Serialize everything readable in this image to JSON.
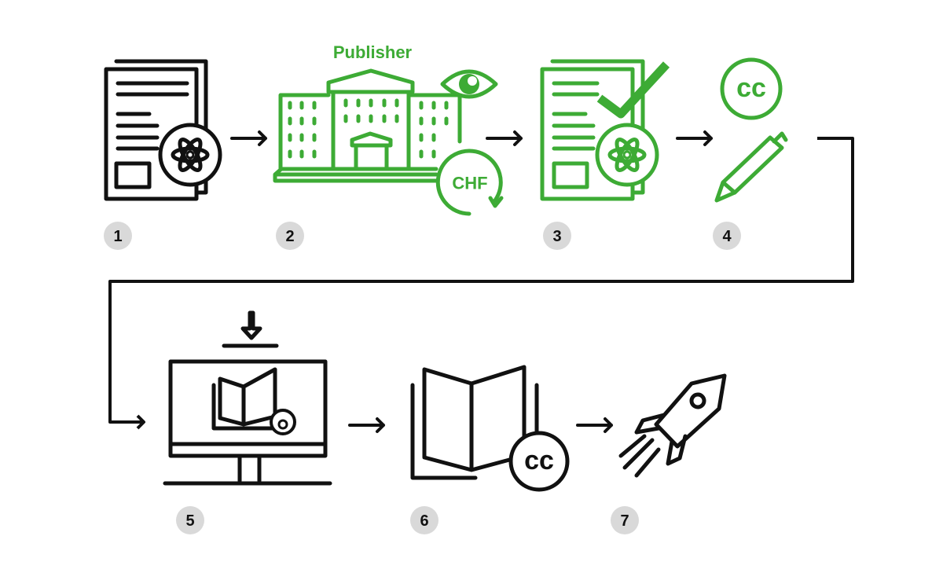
{
  "colors": {
    "accent": "#3dab35",
    "ink": "#111111",
    "badge": "#d9d9d9"
  },
  "labels": {
    "publisher": "Publisher",
    "currency": "CHF",
    "license_step4": "cc",
    "license_step6": "cc"
  },
  "steps": [
    {
      "number": "1",
      "icon": "manuscript-atom-icon"
    },
    {
      "number": "2",
      "icon": "publisher-building-icon"
    },
    {
      "number": "3",
      "icon": "approved-manuscript-icon"
    },
    {
      "number": "4",
      "icon": "cc-license-sign-icon"
    },
    {
      "number": "5",
      "icon": "open-access-computer-icon"
    },
    {
      "number": "6",
      "icon": "open-book-cc-icon"
    },
    {
      "number": "7",
      "icon": "rocket-icon"
    }
  ]
}
